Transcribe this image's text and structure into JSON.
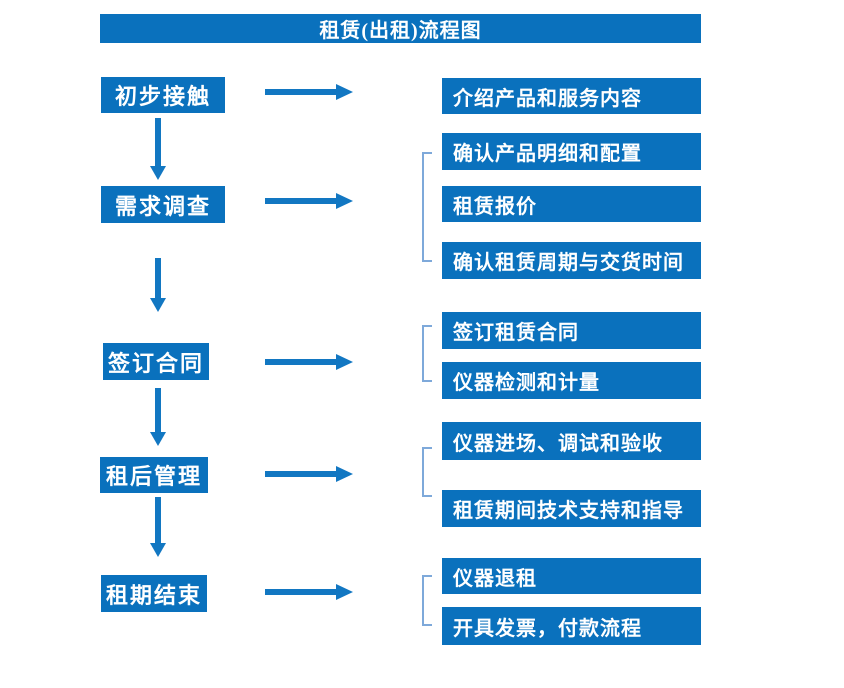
{
  "title": "租赁(出租)流程图",
  "colors": {
    "box_blue": "#0a71bd",
    "arrow_blue": "#1277c2",
    "bracket_blue": "#7ea9da",
    "text_white": "#ffffff",
    "background": "#ffffff"
  },
  "groups": [
    {
      "stage": "初步接触",
      "details": [
        "介绍产品和服务内容"
      ]
    },
    {
      "stage": "需求调查",
      "details": [
        "确认产品明细和配置",
        "租赁报价",
        "确认租赁周期与交货时间"
      ]
    },
    {
      "stage": "签订合同",
      "details": [
        "签订租赁合同",
        "仪器检测和计量"
      ]
    },
    {
      "stage": "租后管理",
      "details": [
        "仪器进场、调试和验收",
        "租赁期间技术支持和指导"
      ]
    },
    {
      "stage": "租期结束",
      "details": [
        "仪器退租",
        "开具发票，付款流程"
      ]
    }
  ]
}
